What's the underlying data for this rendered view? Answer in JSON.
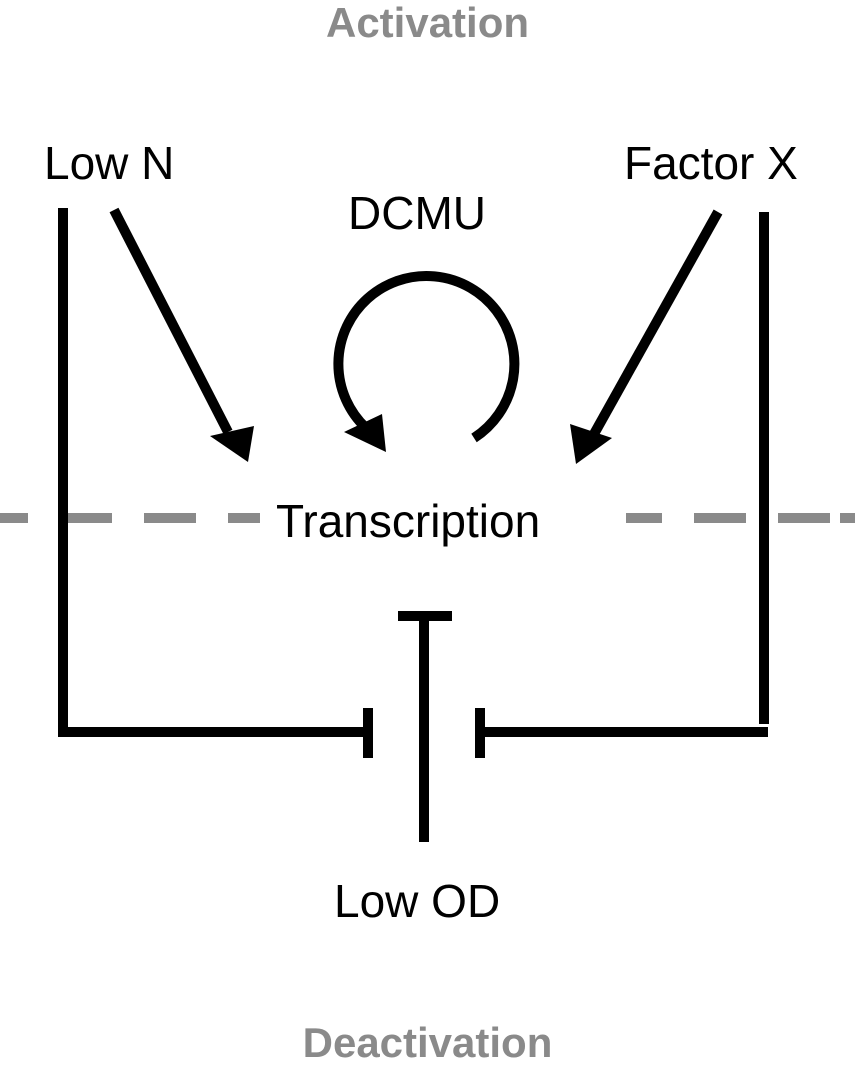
{
  "titles": {
    "top": "Activation",
    "bottom": "Deactivation"
  },
  "nodes": {
    "low_n": "Low N",
    "factor_x": "Factor X",
    "dcmu": "DCMU",
    "transcription": "Transcription",
    "low_od": "Low OD"
  },
  "edges": [
    {
      "from": "Low N",
      "to": "Transcription",
      "type": "activates"
    },
    {
      "from": "Factor X",
      "to": "Transcription",
      "type": "activates"
    },
    {
      "from": "DCMU",
      "to": "Transcription",
      "type": "activates"
    },
    {
      "from": "Low OD",
      "to": "Transcription",
      "type": "inhibits"
    },
    {
      "from": "Low N",
      "to": "Low OD",
      "type": "inhibits"
    },
    {
      "from": "Factor X",
      "to": "Low OD",
      "type": "inhibits"
    }
  ],
  "colors": {
    "line": "#000000",
    "section_title": "#8a8a8a",
    "divider": "#8a8a8a"
  }
}
